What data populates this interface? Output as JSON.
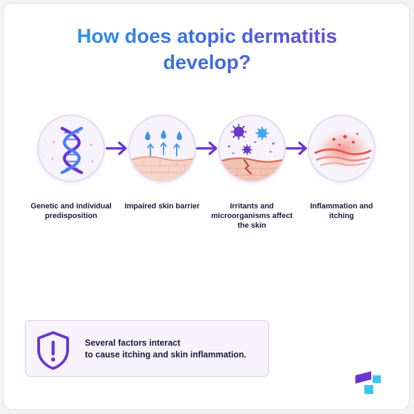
{
  "title_line1": "How does atopic dermatitis",
  "title_line2": "develop?",
  "steps": [
    {
      "label": "Genetic and individual predisposition",
      "icon": "dna-icon"
    },
    {
      "label": "Impaired skin barrier",
      "icon": "skin-barrier-icon"
    },
    {
      "label": "Irritants and microorganisms affect the skin",
      "icon": "microorganisms-icon"
    },
    {
      "label": "Inflammation and itching",
      "icon": "inflammation-icon"
    }
  ],
  "note": {
    "line1": "Several factors interact",
    "line2": "to cause itching and skin inflammation.",
    "icon": "warning-shield-icon"
  },
  "colors": {
    "accent_purple": "#6a35cf",
    "title_blue": "#2aa6ee",
    "title_purple": "#7c3ad6",
    "text_dark": "#1c1c3a",
    "logo_cyan": "#3ec3ef"
  }
}
